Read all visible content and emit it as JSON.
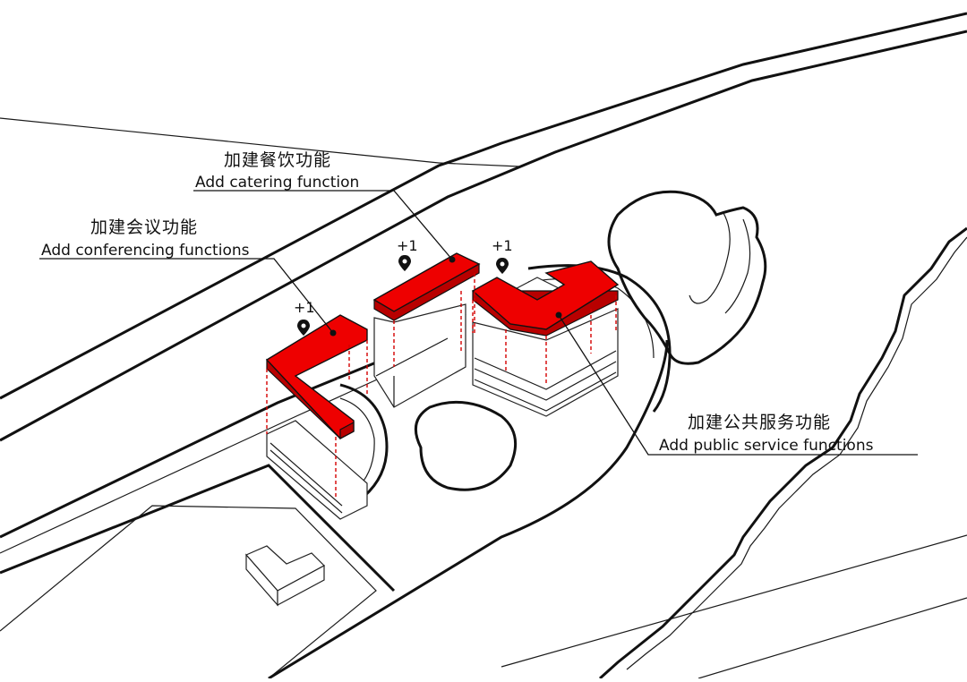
{
  "annotations": [
    {
      "id": "catering",
      "chinese": "加建餐饮功能",
      "english": "Add catering function",
      "increment": "+1"
    },
    {
      "id": "conferencing",
      "chinese": "加建会议功能",
      "english": "Add conferencing functions",
      "increment": "+1"
    },
    {
      "id": "public_service",
      "chinese": "加建公共服务功能",
      "english": "Add public service functions",
      "increment": "+1"
    }
  ],
  "colors": {
    "addition": "#ee0000",
    "addition_side": "#b80000",
    "linework": "#111111",
    "background": "#ffffff"
  },
  "icons": {
    "marker": "location-pin-icon"
  }
}
